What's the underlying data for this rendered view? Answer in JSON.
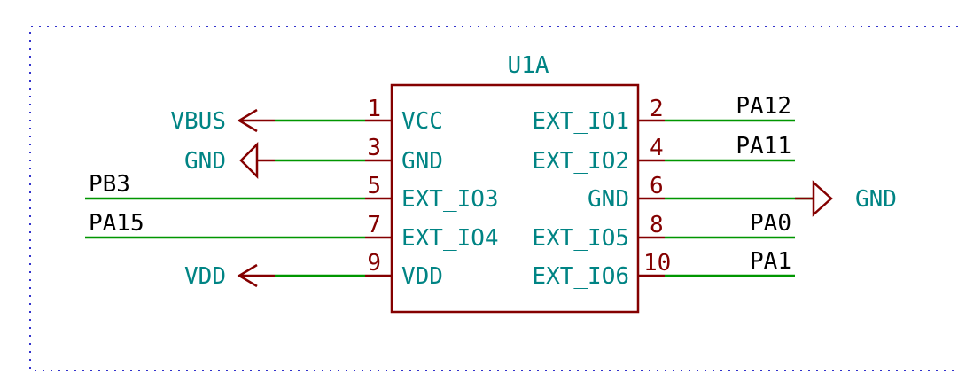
{
  "component": {
    "ref": "U1A",
    "pins": [
      {
        "num": "1",
        "name": "VCC"
      },
      {
        "num": "3",
        "name": "GND"
      },
      {
        "num": "5",
        "name": "EXT_IO3"
      },
      {
        "num": "7",
        "name": "EXT_IO4"
      },
      {
        "num": "9",
        "name": "VDD"
      },
      {
        "num": "2",
        "name": "EXT_IO1"
      },
      {
        "num": "4",
        "name": "EXT_IO2"
      },
      {
        "num": "6",
        "name": "GND"
      },
      {
        "num": "8",
        "name": "EXT_IO5"
      },
      {
        "num": "10",
        "name": "EXT_IO6"
      }
    ]
  },
  "power_symbols": {
    "vbus": "VBUS",
    "gnd_left": "GND",
    "vdd": "VDD",
    "gnd_right": "GND"
  },
  "net_labels": {
    "pb3": "PB3",
    "pa15": "PA15",
    "pa12": "PA12",
    "pa11": "PA11",
    "pa0": "PA0",
    "pa1": "PA1"
  },
  "colors": {
    "wire": "#009600",
    "symbol": "#840000",
    "pin_name": "#008484",
    "frame": "#3333cc"
  }
}
